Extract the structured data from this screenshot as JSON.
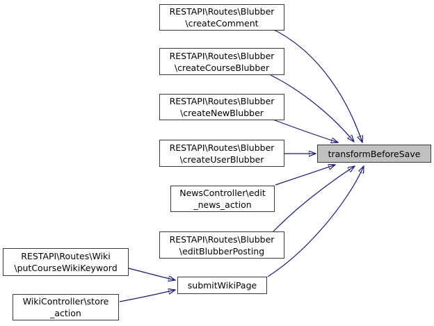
{
  "diagram": {
    "kind": "doxygen-call-graph",
    "focus_function": "transformBeforeSave"
  },
  "colors": {
    "edge": "#191970",
    "node_border": "#383838",
    "node_fill": "#ffffff",
    "focus_fill": "#c0c0c0",
    "text": "#000000",
    "background": "#ffffff"
  },
  "nodes": [
    {
      "id": "createComment",
      "label": "RESTAPI\\Routes\\Blubber\n\\createComment"
    },
    {
      "id": "createCourseBlubber",
      "label": "RESTAPI\\Routes\\Blubber\n\\createCourseBlubber"
    },
    {
      "id": "createNewBlubber",
      "label": "RESTAPI\\Routes\\Blubber\n\\createNewBlubber"
    },
    {
      "id": "createUserBlubber",
      "label": "RESTAPI\\Routes\\Blubber\n\\createUserBlubber"
    },
    {
      "id": "edit_news_action",
      "label": "NewsController\\edit\n_news_action"
    },
    {
      "id": "editBlubberPosting",
      "label": "RESTAPI\\Routes\\Blubber\n\\editBlubberPosting"
    },
    {
      "id": "submitWikiPage",
      "label": "submitWikiPage"
    },
    {
      "id": "putCourseWikiKeyword",
      "label": "RESTAPI\\Routes\\Wiki\n\\putCourseWikiKeyword"
    },
    {
      "id": "store_action",
      "label": "WikiController\\store\n_action"
    },
    {
      "id": "transformBeforeSave",
      "label": "transformBeforeSave"
    }
  ],
  "edges": [
    {
      "from": "createComment",
      "to": "transformBeforeSave"
    },
    {
      "from": "createCourseBlubber",
      "to": "transformBeforeSave"
    },
    {
      "from": "createNewBlubber",
      "to": "transformBeforeSave"
    },
    {
      "from": "createUserBlubber",
      "to": "transformBeforeSave"
    },
    {
      "from": "edit_news_action",
      "to": "transformBeforeSave"
    },
    {
      "from": "editBlubberPosting",
      "to": "transformBeforeSave"
    },
    {
      "from": "submitWikiPage",
      "to": "transformBeforeSave"
    },
    {
      "from": "putCourseWikiKeyword",
      "to": "submitWikiPage"
    },
    {
      "from": "store_action",
      "to": "submitWikiPage"
    }
  ]
}
